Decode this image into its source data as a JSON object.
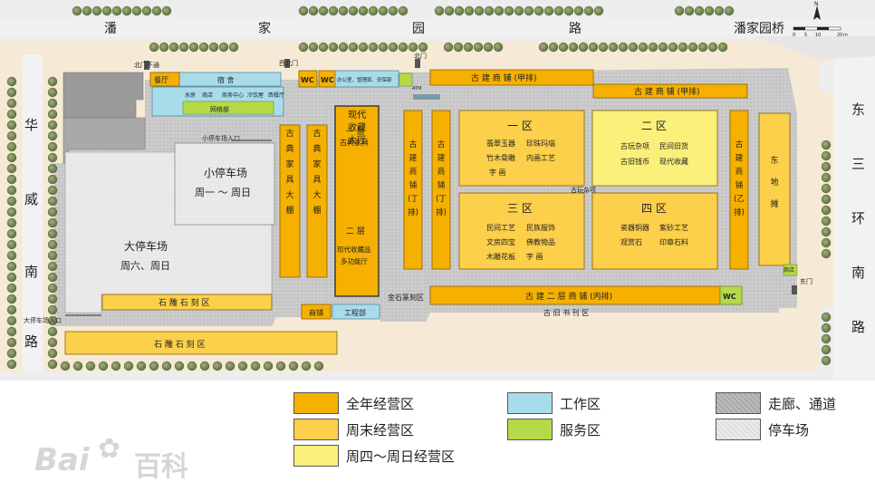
{
  "roads": {
    "north": [
      "潘",
      "家",
      "园",
      "路"
    ],
    "west": [
      "华",
      "威",
      "南",
      "路"
    ],
    "east": [
      "东",
      "三",
      "环",
      "南",
      "路"
    ],
    "bridge": "潘家园桥"
  },
  "scale": {
    "ticks": [
      "0",
      "5",
      "10",
      "20"
    ],
    "unit": "m",
    "north": "N"
  },
  "gates": {
    "north_blocked": "北门不通",
    "northwest": "西北门",
    "north": "北门",
    "east": "东门",
    "small_lot_entrance": "小停车场入口",
    "big_lot_entrance": "大停车场入口"
  },
  "blocks": {
    "canteen": "餐厅",
    "dorm": "宿 舍",
    "services_row": [
      "水房",
      "商店",
      "商务中心",
      "冷饮屋",
      "西餐厅"
    ],
    "network": "网络部",
    "wc": "WC",
    "office": "办公室、管理部、安保部",
    "atm": "ATM",
    "shop_a_top": "古 建 商 铺 (甲排)",
    "shop_a_second": "古 建 商 铺 (甲排)",
    "furniture_shed_1": [
      "古",
      "典",
      "家",
      "具",
      "大",
      "棚"
    ],
    "furniture_shed_2": [
      "古",
      "典",
      "家",
      "具",
      "大",
      "棚"
    ],
    "modern_hall": {
      "title": [
        "现代",
        "收藏",
        "大厅"
      ],
      "floor1": "一 层",
      "floor1_item": "古典家具",
      "floor2": "二 层",
      "floor2_item_1": "现代收藏品",
      "floor2_item_2": "多功能厅"
    },
    "shop_ding_1": [
      "古",
      "建",
      "商",
      "铺",
      "(丁",
      "排)"
    ],
    "shop_ding_2": [
      "古",
      "建",
      "商",
      "铺",
      "(丁",
      "排)"
    ],
    "zone1": {
      "title": "一 区",
      "items": [
        "翡翠玉器",
        "珍珠玛瑙",
        "竹木骨雕",
        "内画工艺",
        "字 画"
      ]
    },
    "zone2": {
      "title": "二 区",
      "items": [
        "古玩杂项",
        "民间旧货",
        "古旧钱币",
        "现代收藏"
      ]
    },
    "zone3": {
      "title": "三 区",
      "items": [
        "民间工艺",
        "民族服饰",
        "文房四宝",
        "佛教物品",
        "木雕花板",
        "字 画"
      ]
    },
    "zone4": {
      "title": "四 区",
      "items": [
        "瓷器铜器",
        "紫砂工艺",
        "观赏石",
        "印章石料"
      ]
    },
    "antique_misc": "古玩杂项",
    "shop_b": [
      "古",
      "建",
      "商",
      "铺",
      "(乙",
      "排)"
    ],
    "east_stalls": [
      "东",
      "地",
      "摊"
    ],
    "shop_east": "商店",
    "small_lot": {
      "title": "小停车场",
      "days": "周一 ～ 周日"
    },
    "big_lot": {
      "title": "大停车场",
      "days": "周六、周日"
    },
    "stone_carving_1": "石 雕 石 刻 区",
    "stone_carving_2": "石 雕 石 刻 区",
    "jinshi": "金石篆刻区",
    "shop_bing": "古 建 二 层 商 铺 (丙排)",
    "wc_east": "WC",
    "shangpu": "商铺",
    "engineering": "工程部",
    "old_books": "古 旧 书 刊 区"
  },
  "legend": [
    {
      "label": "全年经营区",
      "color": "#f5b000"
    },
    {
      "label": "周末经营区",
      "color": "#fcd04a"
    },
    {
      "label": "周四～周日经营区",
      "color": "#fbf07a"
    },
    {
      "label": "工作区",
      "color": "#a8dcea"
    },
    {
      "label": "服务区",
      "color": "#b6d94a"
    },
    {
      "label": "走廊、通道",
      "color": "#b3b3b3"
    },
    {
      "label": "停车场",
      "color": "#e2e2e2"
    }
  ],
  "watermark": {
    "text": "Bai",
    "text2": "百科"
  }
}
